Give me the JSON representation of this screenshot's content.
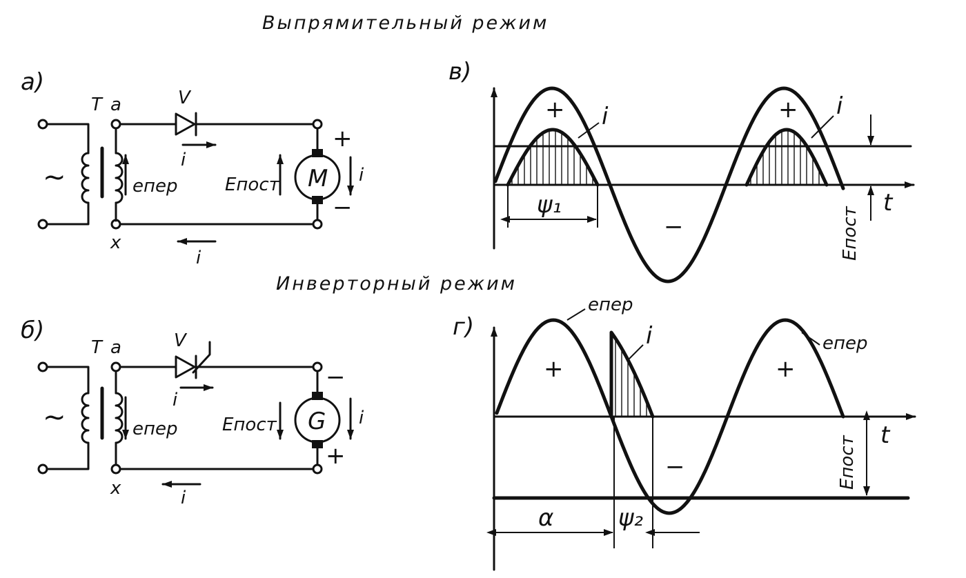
{
  "headings": {
    "rectifier_mode": "Выпрямительный режим",
    "inverter_mode": "Инверторный режим"
  },
  "panels": {
    "a": "а)",
    "b": "б)",
    "v": "в)",
    "g": "г)"
  },
  "circuit_rectifier": {
    "transformer": "T",
    "node_a": "a",
    "node_x": "x",
    "valve": "V",
    "emf": "eпер",
    "dc_emf": "Eпост",
    "machine": "M",
    "current": "i",
    "plus": "+",
    "minus": "−",
    "ac_source": "~"
  },
  "circuit_inverter": {
    "transformer": "T",
    "node_a": "a",
    "node_x": "x",
    "valve": "V",
    "emf": "eпер",
    "dc_emf": "Eпост",
    "machine": "G",
    "current": "i",
    "plus": "+",
    "minus": "−",
    "ac_source": "~"
  },
  "graph_rectifier": {
    "time_axis": "t",
    "current": "i",
    "conduction_angle": "ψ₁",
    "dc_emf": "Eпост",
    "plus": "+",
    "minus": "−"
  },
  "graph_inverter": {
    "time_axis": "t",
    "current": "i",
    "emf": "eпер",
    "firing_angle": "α",
    "conduction_angle": "ψ₂",
    "dc_emf": "Eпост",
    "plus": "+",
    "minus": "−"
  }
}
